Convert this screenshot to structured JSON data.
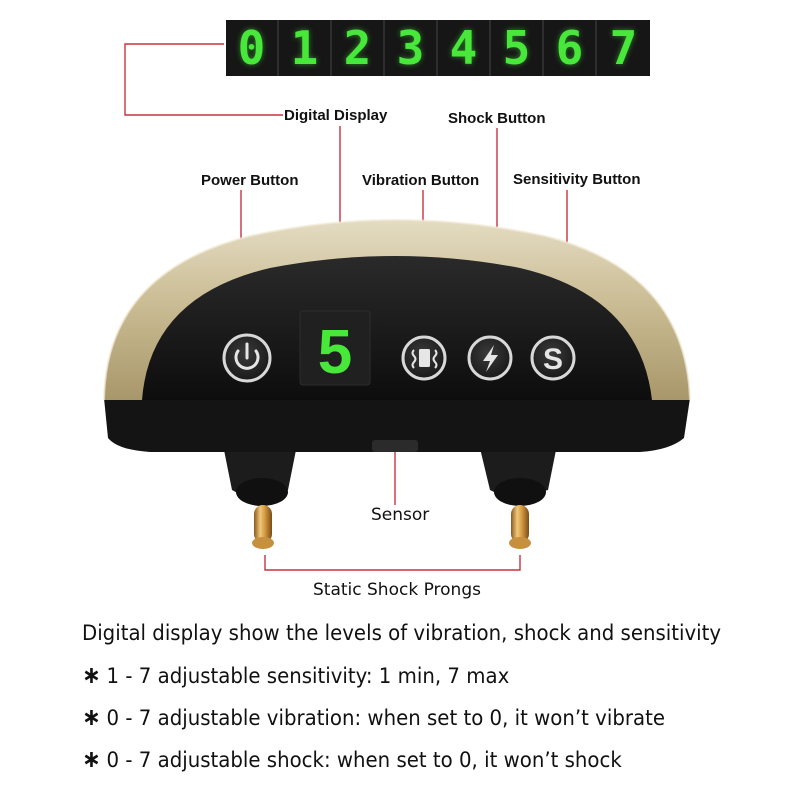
{
  "display_digits": [
    "0",
    "1",
    "2",
    "3",
    "4",
    "5",
    "6",
    "7"
  ],
  "device_display_value": "5",
  "labels": {
    "digital_display": "Digital Display",
    "shock_button": "Shock Button",
    "power_button": "Power Button",
    "vibration_button": "Vibration Button",
    "sensitivity_button": "Sensitivity Button",
    "sensor": "Sensor",
    "static_shock_prongs": "Static Shock Prongs"
  },
  "button_glyphs": {
    "sensitivity": "S"
  },
  "notes": {
    "intro": "Digital display show the levels of vibration, shock and sensitivity",
    "bullet_symbol": "∗",
    "items": [
      "1 - 7 adjustable  sensitivity:  1 min, 7 max",
      "0 - 7 adjustable vibration:  when set to 0, it won’t vibrate",
      "0 - 7 adjustable shock:  when set to 0, it won’t shock"
    ]
  },
  "colors": {
    "callout_line": "#c7333f",
    "display_green": "#47e83a",
    "shell_gold": "#c9bb93",
    "body_black": "#151515"
  },
  "icons": [
    "power-icon",
    "vibration-icon",
    "lightning-icon",
    "sensitivity-s-icon"
  ]
}
